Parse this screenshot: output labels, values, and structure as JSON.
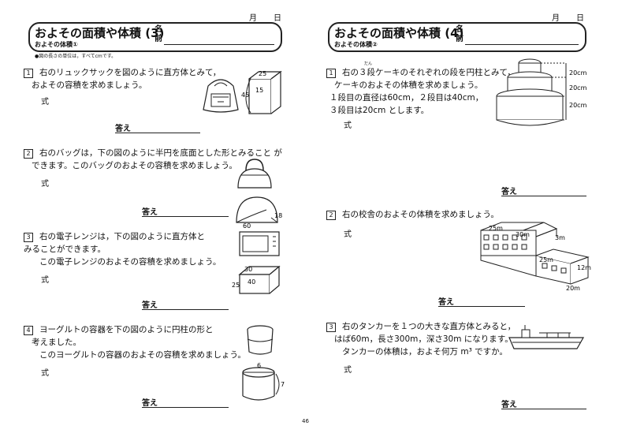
{
  "left": {
    "date_month": "月",
    "date_day": "日",
    "title": "およその面積や体積 (3)",
    "subtitle": "およその体積①",
    "name_label_1": "名",
    "name_label_2": "前",
    "note": "●図の長さの単位は，すべてcmです。",
    "answer_label": "答え",
    "formula_label": "式",
    "q1": {
      "num": "1",
      "line1": "右のリュックサックを図のように直方体とみて，",
      "line2": "およその容積を求めましょう。",
      "dims": [
        "25",
        "45",
        "15"
      ]
    },
    "q2": {
      "num": "2",
      "line1": "右のバッグは，下の図のように半円を底面とした形とみること が",
      "line2": "できます。このバッグのおよその容積を求めましょう。",
      "dims": [
        "60",
        "18"
      ]
    },
    "q3": {
      "num": "3",
      "line1": "右の電子レンジは，下の図のように直方体と",
      "line2": "みることができます。",
      "line3": "この電子レンジのおよその容積を求めましょう。",
      "dims": [
        "30",
        "25",
        "40"
      ]
    },
    "q4": {
      "num": "4",
      "line1": "ヨーグルトの容器を下の図のように円柱の形と",
      "line2": "考えました。",
      "line3": "このヨーグルトの容器のおよその容積を求めましょう。",
      "dims": [
        "6",
        "7"
      ]
    }
  },
  "right": {
    "date_month": "月",
    "date_day": "日",
    "title": "およその面積や体積 (4)",
    "subtitle": "およその体積②",
    "name_label_1": "名",
    "name_label_2": "前",
    "answer_label": "答え",
    "formula_label": "式",
    "q1": {
      "num": "1",
      "ruby": "だん",
      "line1": "右の３段ケーキのそれぞれの段を円柱とみて，",
      "line2": "ケーキのおよその体積を求めましょう。",
      "line3": "１段目の直径は60cm，２段目は40cm，",
      "line4": "３段目は20cm とします。",
      "dims": [
        "20cm",
        "20cm",
        "20cm"
      ]
    },
    "q2": {
      "num": "2",
      "line1": "右の校舎のおよその体積を求めましょう。",
      "dims": [
        "25m",
        "30m",
        "3m",
        "25m",
        "12m",
        "20m"
      ]
    },
    "q3": {
      "num": "3",
      "line1": "右のタンカーを１つの大きな直方体とみると，",
      "line2": "はば60m，長さ300m，深さ30m になります。",
      "line3": "タンカーの体積は，およそ何万 m³ ですか。"
    }
  },
  "page_number": "46"
}
